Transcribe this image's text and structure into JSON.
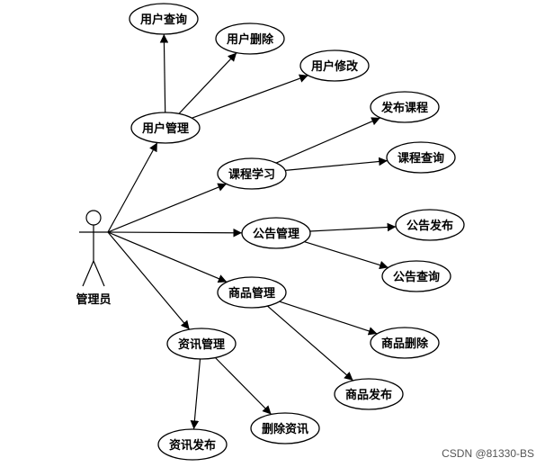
{
  "actor": {
    "label": "管理员"
  },
  "nodes": {
    "user_mgmt": "用户管理",
    "user_query": "用户查询",
    "user_delete": "用户删除",
    "user_modify": "用户修改",
    "course_study": "课程学习",
    "course_publish": "发布课程",
    "course_query": "课程查询",
    "notice_mgmt": "公告管理",
    "notice_publish": "公告发布",
    "notice_query": "公告查询",
    "goods_mgmt": "商品管理",
    "goods_delete": "商品删除",
    "goods_publish": "商品发布",
    "news_mgmt": "资讯管理",
    "news_publish": "资讯发布",
    "news_delete": "删除资讯"
  },
  "edges": [
    [
      "actor",
      "user_mgmt"
    ],
    [
      "actor",
      "course_study"
    ],
    [
      "actor",
      "notice_mgmt"
    ],
    [
      "actor",
      "goods_mgmt"
    ],
    [
      "actor",
      "news_mgmt"
    ],
    [
      "user_mgmt",
      "user_query"
    ],
    [
      "user_mgmt",
      "user_delete"
    ],
    [
      "user_mgmt",
      "user_modify"
    ],
    [
      "course_study",
      "course_publish"
    ],
    [
      "course_study",
      "course_query"
    ],
    [
      "notice_mgmt",
      "notice_publish"
    ],
    [
      "notice_mgmt",
      "notice_query"
    ],
    [
      "goods_mgmt",
      "goods_delete"
    ],
    [
      "goods_mgmt",
      "goods_publish"
    ],
    [
      "news_mgmt",
      "news_publish"
    ],
    [
      "news_mgmt",
      "news_delete"
    ]
  ],
  "watermark": "CSDN @81330-BS"
}
